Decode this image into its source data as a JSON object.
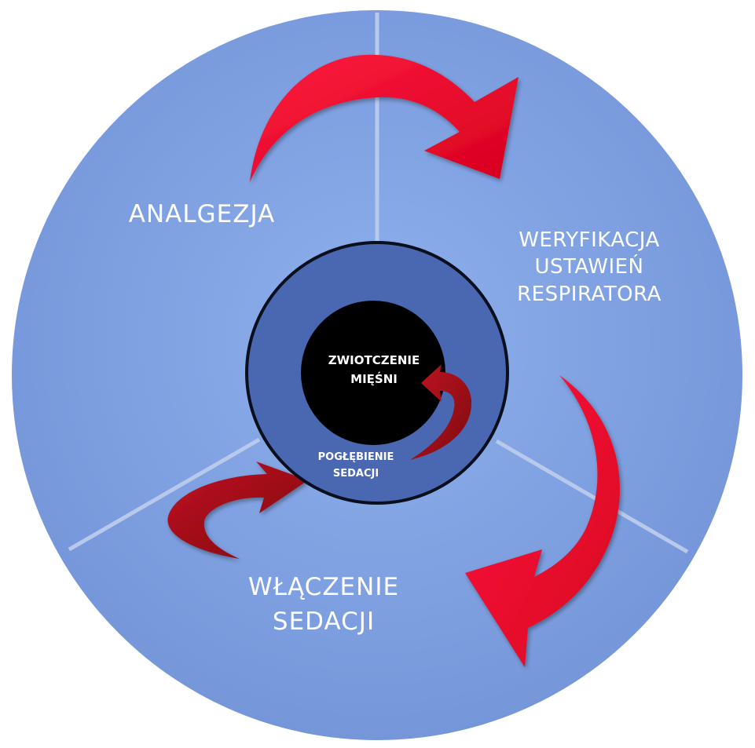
{
  "segments": {
    "top_left": {
      "label": "ANALGEZJA"
    },
    "right": {
      "line1": "WERYFIKACJA",
      "line2": "USTAWIEŃ",
      "line3": "RESPIRATORA"
    },
    "bottom": {
      "line1": "WŁĄCZENIE",
      "line2": "SEDACJI"
    }
  },
  "inner_ring": {
    "line1": "POGŁĘBIENIE",
    "line2": "SEDACJI"
  },
  "core": {
    "line1": "ZWIOTCZENIE",
    "line2": "MIĘŚNI"
  },
  "colors": {
    "outer_disc": "#7d9fdf",
    "divider": "#b9c9ec",
    "inner_ring": "#4a67b1",
    "core": "#000000",
    "arrow_outer": "#e8002a",
    "arrow_inner": "#a80e18"
  }
}
